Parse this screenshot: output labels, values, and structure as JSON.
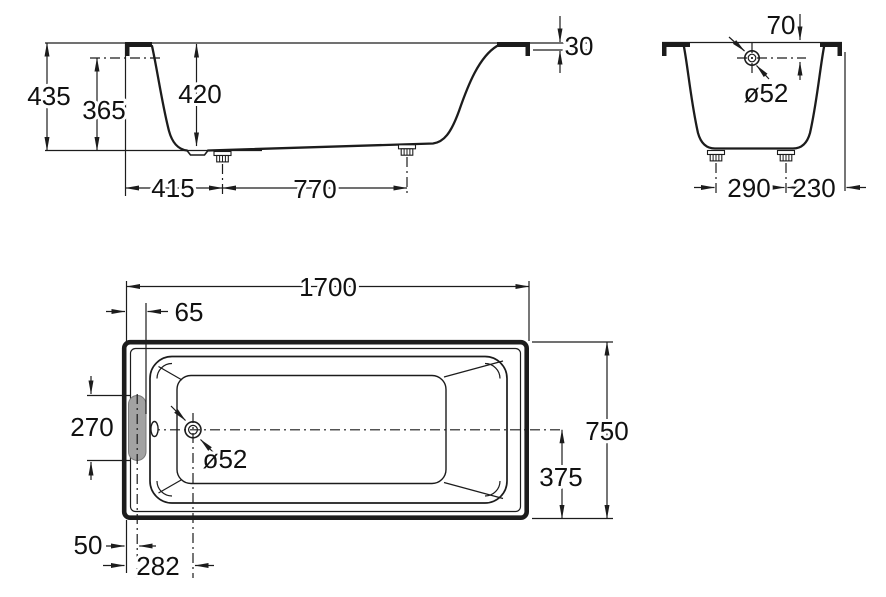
{
  "drawing": {
    "subject": "bathtub technical dimension drawing",
    "line_color": "#1c1c1c",
    "overflow_zone_color": "#a2a2a2"
  },
  "side_view": {
    "label": "side-elevation",
    "overall_height": "435",
    "overflow_height": "365",
    "internal_depth": "420",
    "rim_drop": "30",
    "end_to_front_foot": "415",
    "foot_spacing": "770"
  },
  "end_view": {
    "label": "end-section",
    "overflow_below_rim": "70",
    "overflow_diameter": "ø52",
    "foot_spacing": "290",
    "foot_to_edge": "230"
  },
  "plan_view": {
    "label": "top-plan",
    "overall_length": "1700",
    "overflow_offset": "65",
    "overflow_zone_length": "270",
    "drain_diameter": "ø52",
    "overall_width": "750",
    "half_width": "375",
    "edge_to_overflow_line": "50",
    "end_to_drain": "282"
  }
}
